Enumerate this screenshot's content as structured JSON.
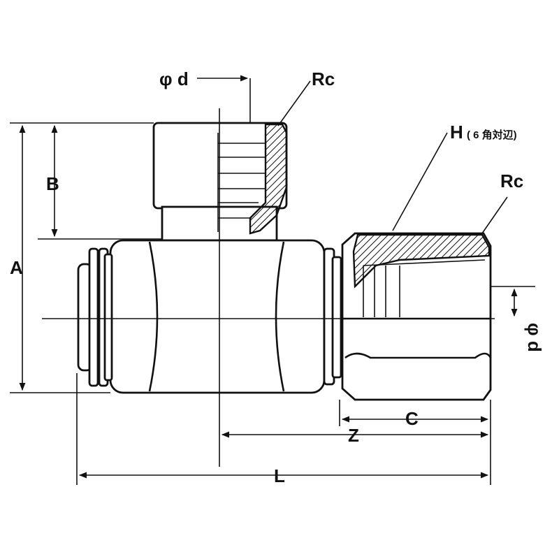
{
  "labels": {
    "phi_d_top": "φ d",
    "rc_top": "Rc",
    "h_label": "H",
    "h_note": "( 6 角対辺)",
    "rc_right": "Rc",
    "phi_d_right": "φ d",
    "a": "A",
    "b": "B",
    "c": "C",
    "z": "Z",
    "l": "L"
  }
}
